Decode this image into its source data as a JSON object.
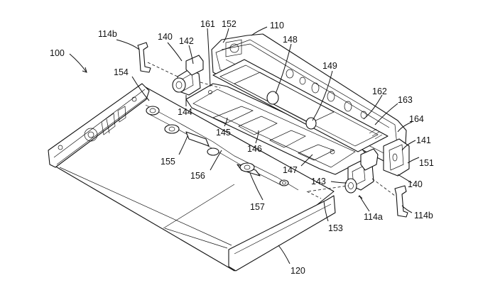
{
  "figure": {
    "labels": {
      "l100": "100",
      "l110": "110",
      "l114a": "114a",
      "l114b_top": "114b",
      "l114b_right": "114b",
      "l120": "120",
      "l140_top": "140",
      "l140_right": "140",
      "l141": "141",
      "l142": "142",
      "l143": "143",
      "l144": "144",
      "l145": "145",
      "l146": "146",
      "l147": "147",
      "l148": "148",
      "l149": "149",
      "l151": "151",
      "l152": "152",
      "l153": "153",
      "l154": "154",
      "l155": "155",
      "l156": "156",
      "l157": "157",
      "l161": "161",
      "l162": "162",
      "l163": "163",
      "l164": "164"
    }
  }
}
